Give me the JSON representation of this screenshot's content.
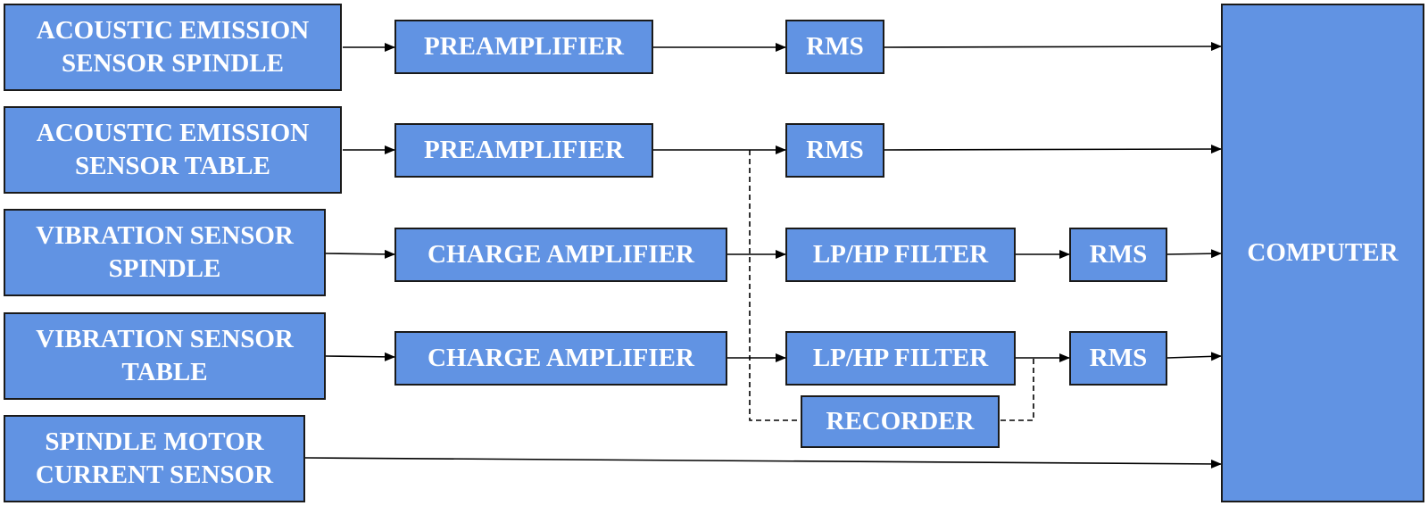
{
  "nodes": {
    "ae_spindle": "ACOUSTIC EMISSION\nSENSOR SPINDLE",
    "ae_table": "ACOUSTIC EMISSION\nSENSOR TABLE",
    "vib_spindle": "VIBRATION SENSOR\nSPINDLE",
    "vib_table": "VIBRATION SENSOR\nTABLE",
    "motor_current": "SPINDLE MOTOR\nCURRENT SENSOR",
    "preamp_1": "PREAMPLIFIER",
    "preamp_2": "PREAMPLIFIER",
    "charge_amp_1": "CHARGE AMPLIFIER",
    "charge_amp_2": "CHARGE AMPLIFIER",
    "rms_1": "RMS",
    "rms_2": "RMS",
    "filter_1": "LP/HP FILTER",
    "filter_2": "LP/HP FILTER",
    "rms_3": "RMS",
    "rms_4": "RMS",
    "recorder": "RECORDER",
    "computer": "COMPUTER"
  },
  "colors": {
    "box_fill": "#6193e3",
    "box_border": "#1a1a1a",
    "text": "#ffffff",
    "line": "#000000"
  }
}
